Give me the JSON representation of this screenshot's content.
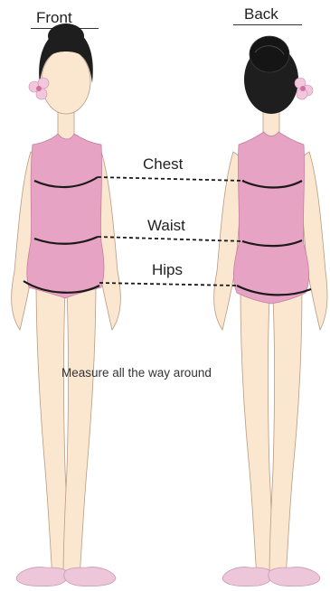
{
  "headings": {
    "front": "Front",
    "back": "Back"
  },
  "measurements": {
    "chest": "Chest",
    "waist": "Waist",
    "hips": "Hips"
  },
  "instruction": "Measure all the way around",
  "colors": {
    "skin": "#fbe6cf",
    "leotard": "#e7a3c3",
    "hair": "#1e1e1e",
    "shoe": "#eec6d9",
    "line": "#1a1a1a",
    "flower": "#f2c6dc"
  }
}
